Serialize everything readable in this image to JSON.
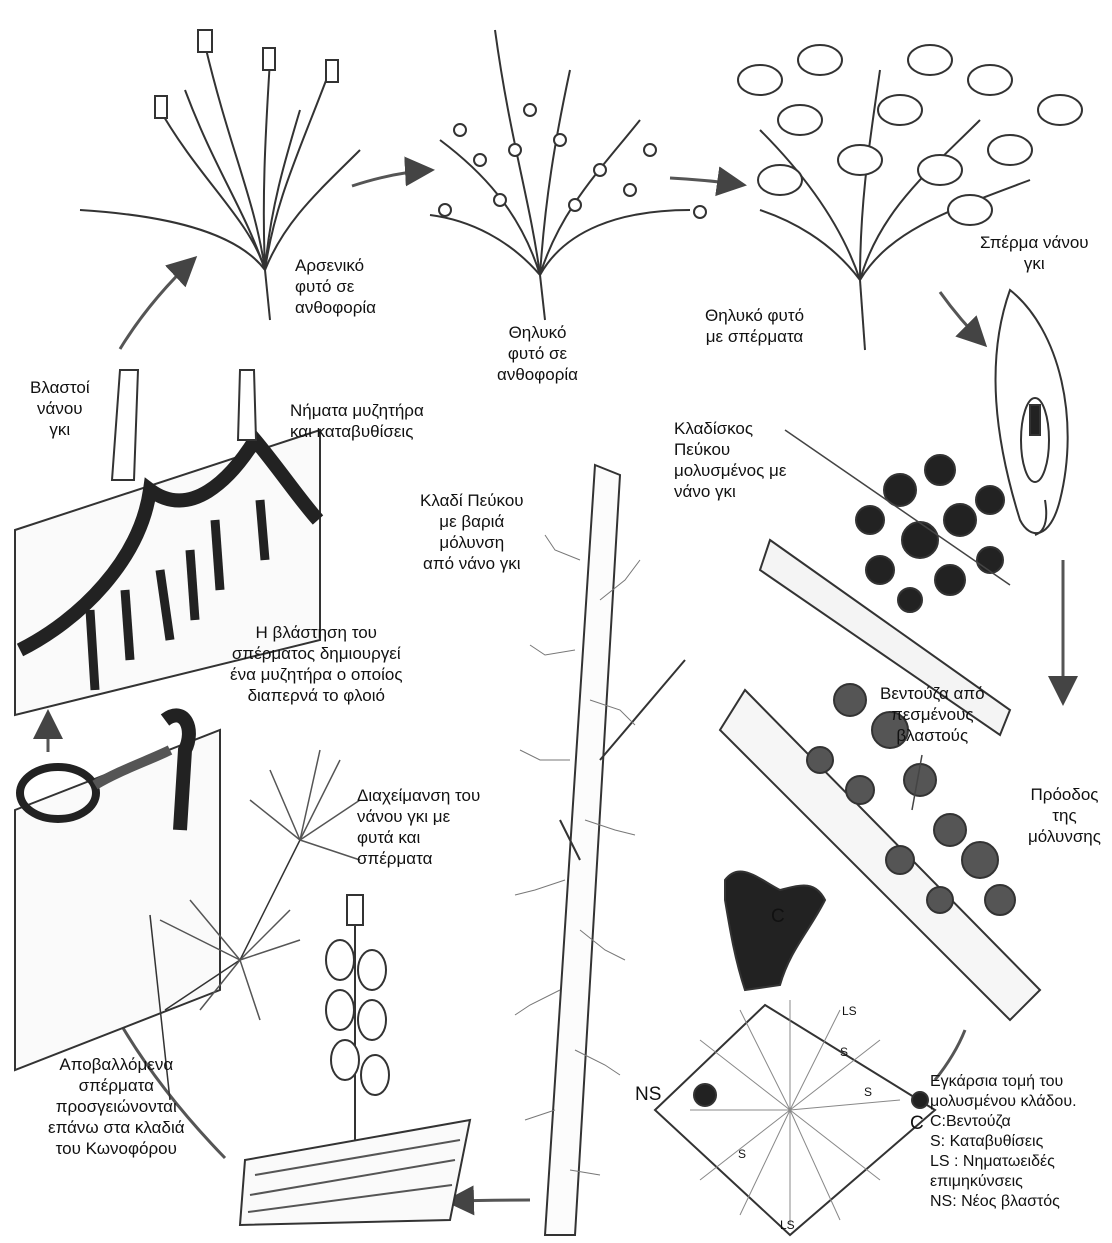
{
  "labels": {
    "male_plant": "Αρσενικό\nφυτό σε\nανθοφορία",
    "female_plant_flowering": "Θηλυκό\nφυτό σε\nανθοφορία",
    "female_plant_seeds": "Θηλυκό φυτό\nμε σπέρματα",
    "seed": "Σπέρμα νάνου\nγκι",
    "shoots": "Βλαστοί\nνάνου\nγκι",
    "haustorium_strands": "Νήματα μυζητήρα\nκαι καταβυθίσεις",
    "twig_infected": "Κλαδίσκος\nΠεύκου\nμολυσμένος με\nνάνο γκι",
    "branch_heavy": "Κλαδί Πεύκου\nμε βαριά\nμόλυνση\nαπό   νάνο γκι",
    "germination": "Η βλάστηση του\nσπέρματος   δημιουργεί\nένα μυζητήρα ο οποίος\nδιαπερνά το φλοιό",
    "cup_fallen": "Βεντούζα από\nπεσμένους\nβλαστούς",
    "progress": "Πρόοδος\nτης\nμόλυνσης",
    "overwintering": "Διαχείμανση του\nνάνου γκι με\nφυτά και\nσπέρματα",
    "seeds_stick": "Αποβαλλόμενα\nσπέρματα\nπροσγειώνονται\nεπάνω στα κλαδιά\nτου Κωνοφόρου",
    "cross_section": "Εγκάρσια τομή του\nμολυσμένου κλάδου.\nC:Βεντούζα\nS: Καταβυθίσεις\nLS : Νηματωειδές\n       επιμηκύνσεις\nNS: Νέος βλαστός"
  },
  "section_tags": {
    "c_top": "C",
    "c_side": "C",
    "ls_top": "LS",
    "ls_bottom": "LS",
    "s1": "S",
    "s2": "S",
    "s3": "S",
    "ns": "NS"
  }
}
